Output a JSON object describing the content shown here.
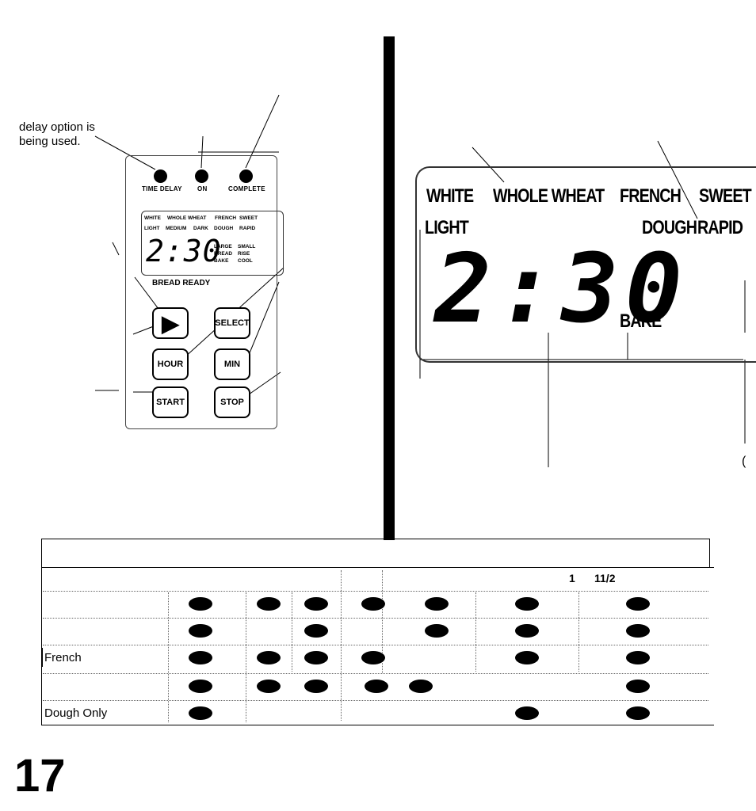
{
  "captions": {
    "delay_note_line1": "delay option is",
    "delay_note_line2": "being used."
  },
  "small_panel": {
    "leds": [
      "TIME DELAY",
      "ON",
      "COMPLETE"
    ],
    "lcd_row1": [
      "WHITE",
      "WHOLE WHEAT",
      "FRENCH",
      "SWEET"
    ],
    "lcd_row2": [
      "LIGHT",
      "MEDIUM",
      "DARK",
      "DOUGH",
      "RAPID"
    ],
    "lcd_time": "2:30",
    "lcd_side_col1": [
      "LARGE",
      "BREAD",
      "BAKE"
    ],
    "lcd_side_col2": [
      "SMALL",
      "RISE",
      "COOL"
    ],
    "ready_label": "BREAD READY",
    "buttons": {
      "play": "▶",
      "select": "SELECT",
      "hour": "HOUR",
      "min": "MIN",
      "start": "START",
      "stop": "STOP"
    }
  },
  "large_display": {
    "row1": [
      "WHITE",
      "WHOLE WHEAT",
      "FRENCH",
      "SWEET"
    ],
    "row2_left": "LIGHT",
    "row2_right": [
      "DOUGH",
      "RAPID"
    ],
    "time": "2:30",
    "stage": "BAKE",
    "cutoff_mark": "("
  },
  "table": {
    "header_fragments": [
      "1",
      "11/2"
    ],
    "rows": [
      "",
      "",
      "French",
      "",
      "Dough Only"
    ]
  },
  "page_number": "17"
}
